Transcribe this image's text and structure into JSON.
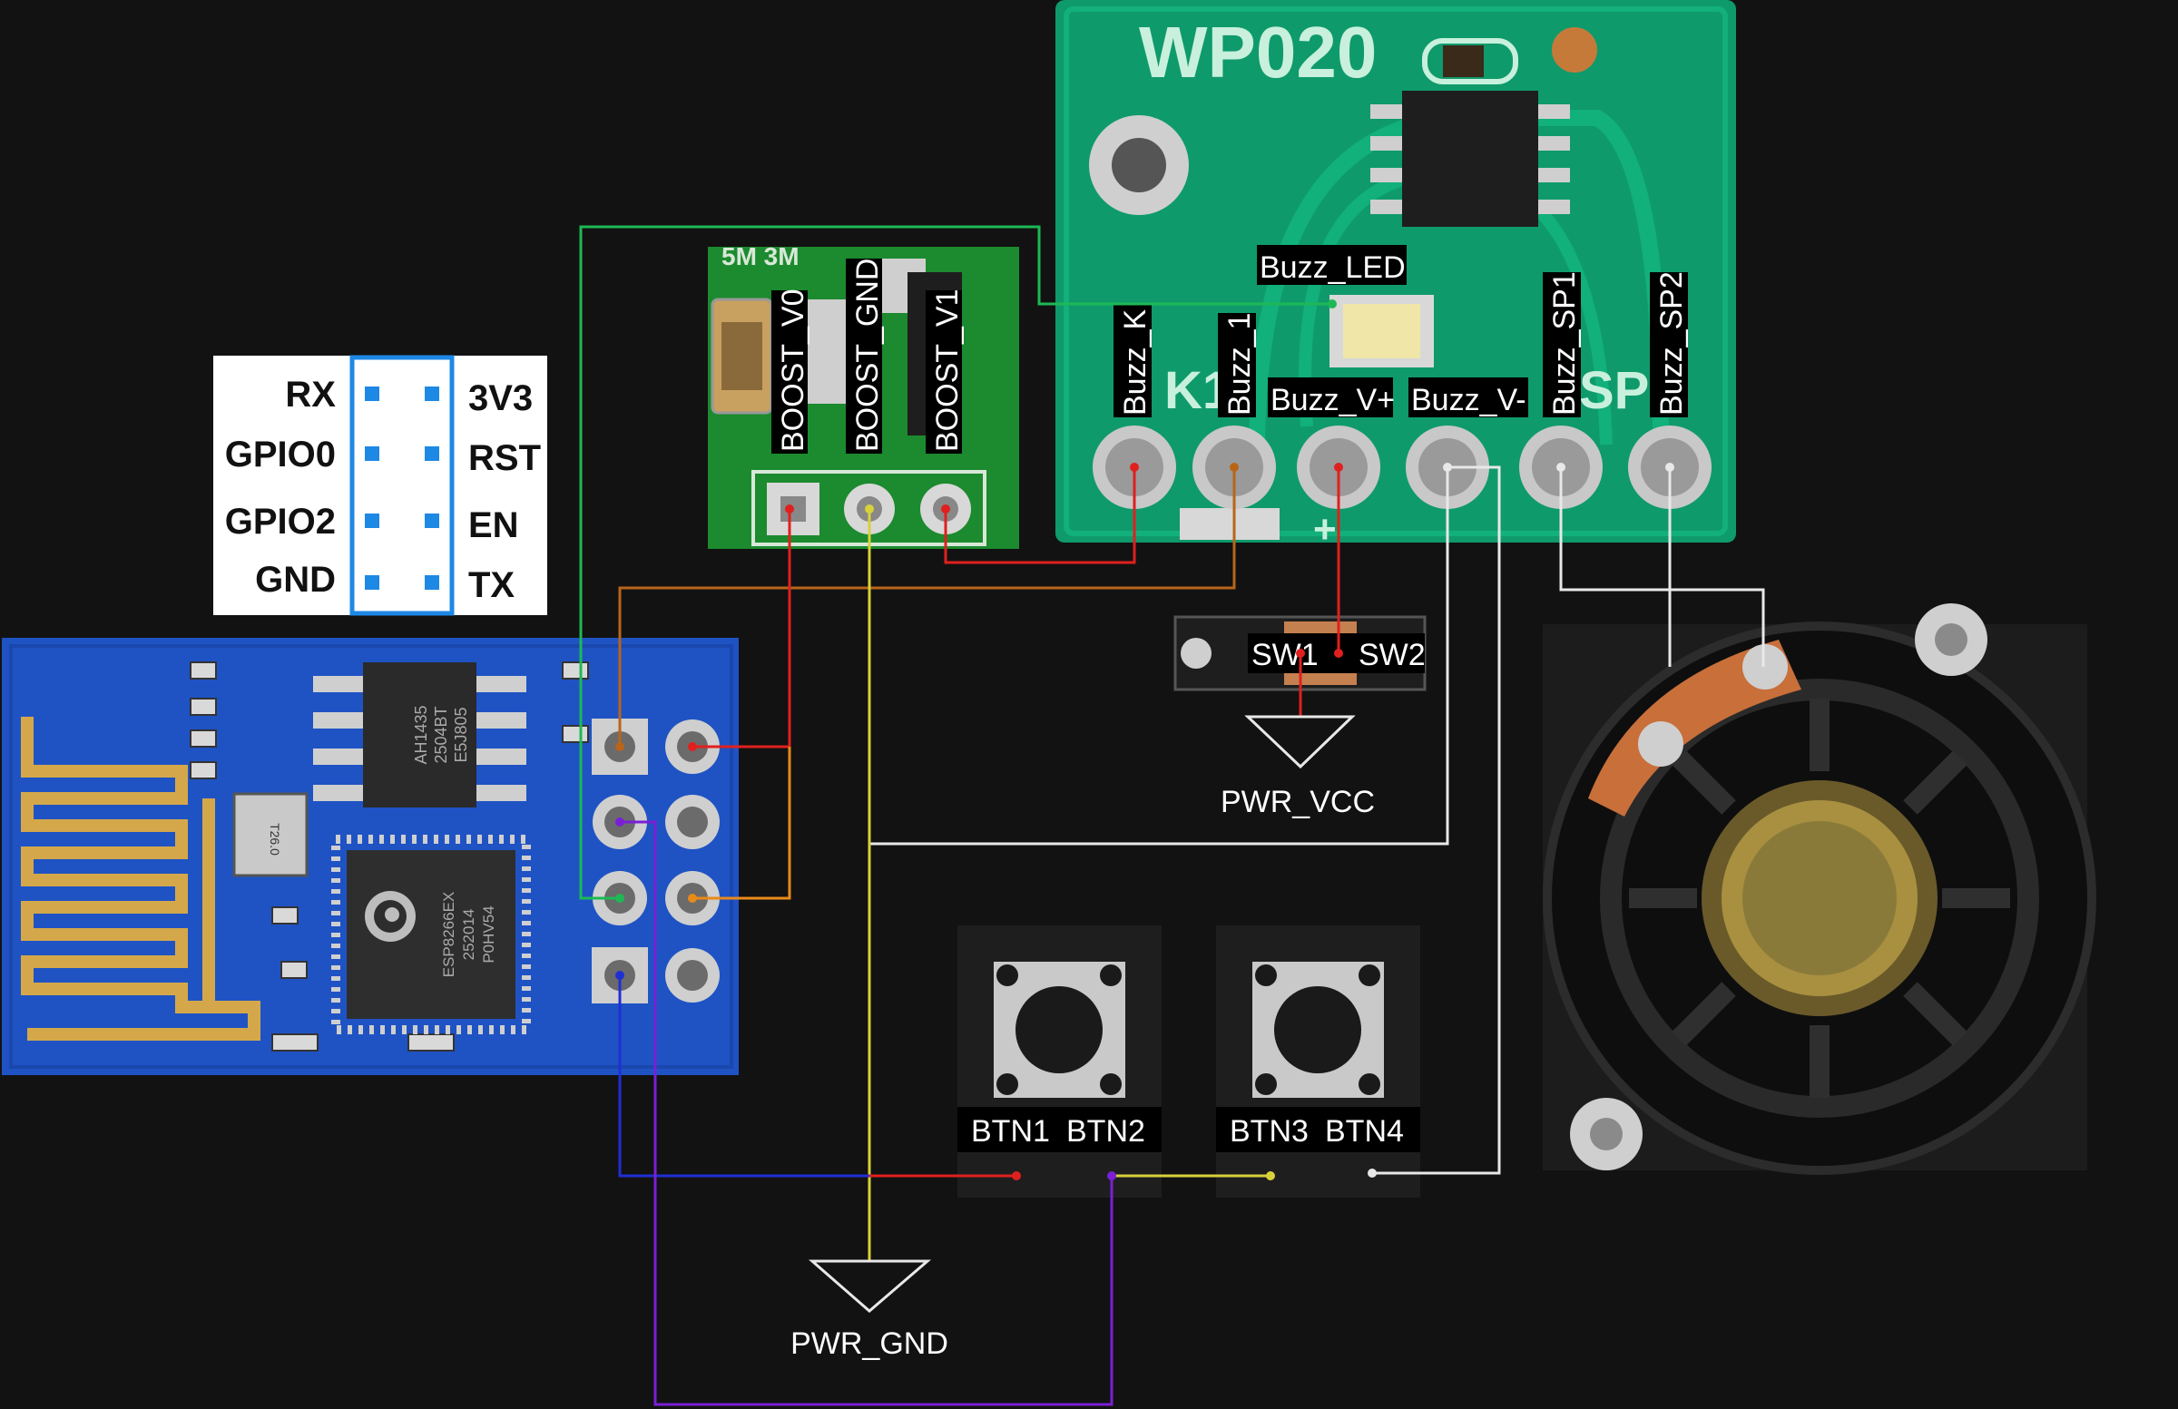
{
  "pinout": {
    "left": [
      "RX",
      "GPIO0",
      "GPIO2",
      "GND"
    ],
    "right": [
      "3V3",
      "RST",
      "EN",
      "TX"
    ]
  },
  "boost": {
    "silk": "5M 3M",
    "pins": [
      "BOOST_V0",
      "BOOST_GND",
      "BOOST_V1"
    ]
  },
  "buzzer_board": {
    "title": "WP020",
    "led_label": "Buzz_LED",
    "silk_k1": "K1",
    "silk_sp": "SP",
    "silk_plus": "+",
    "pins_vertical": [
      "Buzz_K",
      "Buzz_1",
      "Buzz_SP1",
      "Buzz_SP2"
    ],
    "pins_horizontal": [
      "Buzz_V+",
      "Buzz_V-"
    ]
  },
  "switch": {
    "left": "SW1",
    "right": "SW2"
  },
  "power": {
    "vcc": "PWR_VCC",
    "gnd": "PWR_GND"
  },
  "buttons": [
    "BTN1",
    "BTN2",
    "BTN3",
    "BTN4"
  ],
  "esp_chip": {
    "flash": [
      "AH1435",
      "2504BT",
      "E5J805"
    ],
    "soc": [
      "ESP8266EX",
      "252014",
      "P0HV54"
    ],
    "crystal": "T26.0"
  },
  "colors": {
    "background": "#121212",
    "pcb_blue": "#1f53c4",
    "pcb_green": "#0f9a6c",
    "boost_green": "#1c8a2e",
    "wire_red": "#e0201e",
    "wire_orange": "#e88a1a",
    "wire_brown": "#b8651a",
    "wire_green": "#1db954",
    "wire_yellow": "#d9d13a",
    "wire_blue": "#1f2fd6",
    "wire_purple": "#7a1fd6",
    "wire_white": "#e8e8e8"
  }
}
